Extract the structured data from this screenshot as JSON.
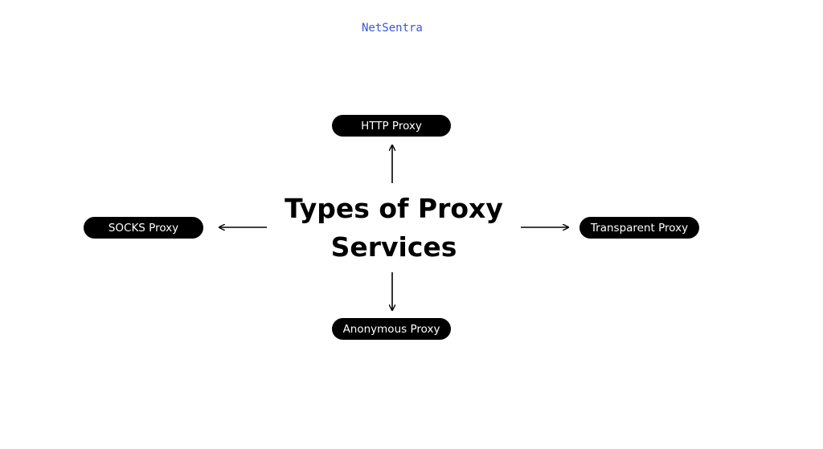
{
  "brand": {
    "name": "NetSentra",
    "color": "#3b55d9"
  },
  "diagram": {
    "title_line1": "Types of Proxy",
    "title_line2": "Services",
    "nodes": {
      "top": "HTTP Proxy",
      "left": "SOCKS Proxy",
      "right": "Transparent Proxy",
      "bottom": "Anonymous Proxy"
    },
    "node_color": "#000000",
    "node_text_color": "#ffffff"
  }
}
